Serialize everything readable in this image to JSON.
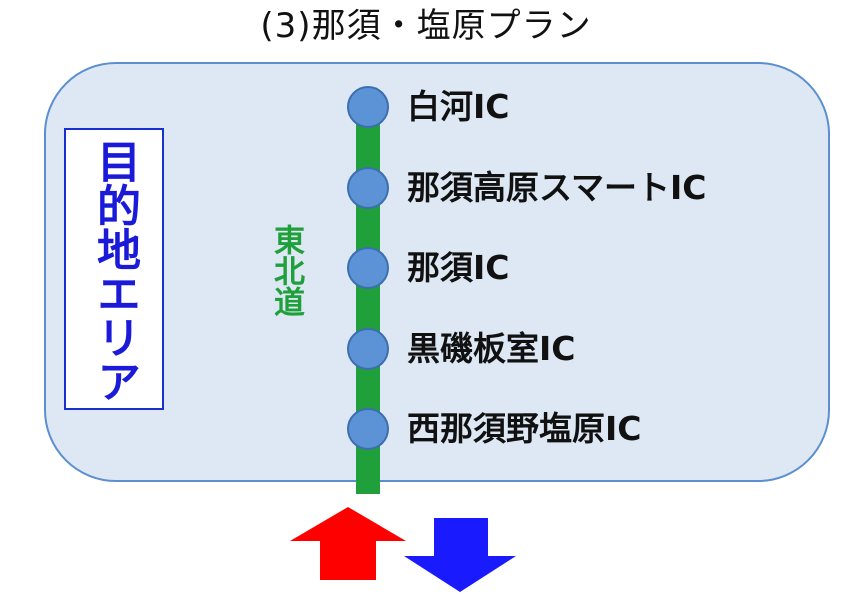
{
  "title": "(3)那須・塩原プラン",
  "destination_label": "目的地エリア",
  "highway_label": "東北道",
  "interchanges": [
    {
      "label": "白河IC"
    },
    {
      "label": "那須高原スマートIC"
    },
    {
      "label": "那須IC"
    },
    {
      "label": "黒磯板室IC"
    },
    {
      "label": "西那須野塩原IC"
    }
  ],
  "colors": {
    "area_fill": "#dde8f4",
    "area_border": "#5b8fd0",
    "highway": "#1fa03a",
    "ic_dot": "#5b93d6",
    "destination_text": "#1a1ad8",
    "arrow_up": "#ff0000",
    "arrow_down": "#1a1aff"
  },
  "arrows": [
    {
      "direction": "up",
      "color": "#ff0000"
    },
    {
      "direction": "down",
      "color": "#1a1aff"
    }
  ]
}
